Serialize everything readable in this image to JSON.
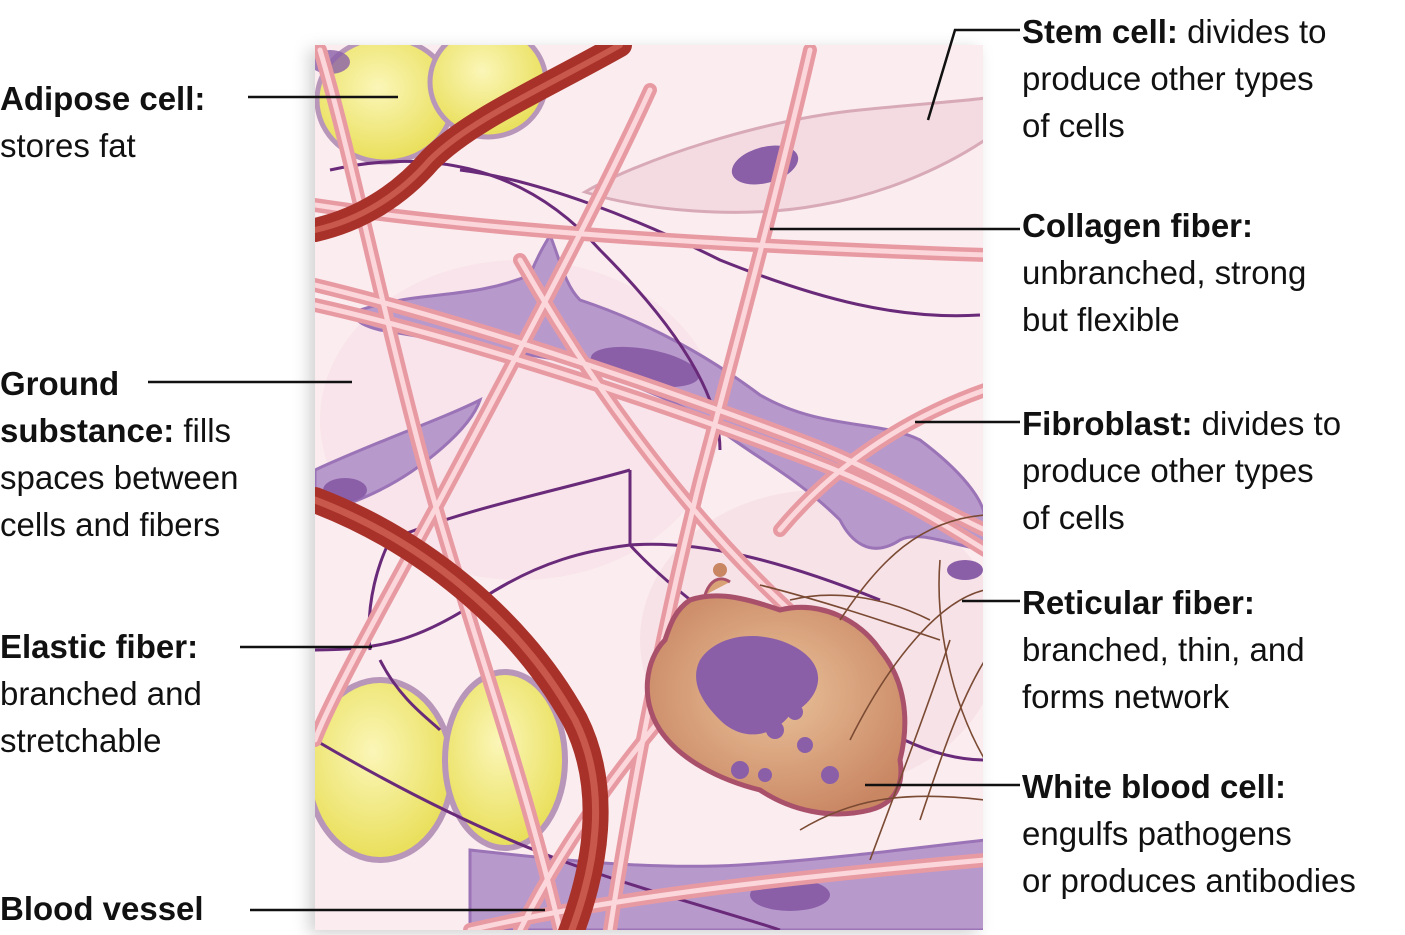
{
  "left_labels": [
    {
      "id": "adipose",
      "term": "Adipose cell:",
      "desc_lines": [
        "stores fat"
      ]
    },
    {
      "id": "ground",
      "term_lines": [
        "Ground",
        "substance:"
      ],
      "desc_inline": " fills",
      "desc_lines": [
        "spaces between",
        "cells and fibers"
      ]
    },
    {
      "id": "elastic",
      "term": "Elastic fiber:",
      "desc_lines": [
        "branched and",
        "stretchable"
      ]
    },
    {
      "id": "vessel",
      "term": "Blood vessel",
      "desc_lines": []
    }
  ],
  "right_labels": [
    {
      "id": "stem",
      "term": "Stem cell:",
      "desc_inline": " divides to",
      "desc_lines": [
        "produce other types",
        "of cells"
      ]
    },
    {
      "id": "collagen",
      "term": "Collagen fiber:",
      "desc_lines": [
        "unbranched, strong",
        "but flexible"
      ]
    },
    {
      "id": "fibroblast",
      "term": "Fibroblast:",
      "desc_inline": " divides to",
      "desc_lines": [
        "produce other types",
        "of cells"
      ]
    },
    {
      "id": "reticular",
      "term": "Reticular fiber:",
      "desc_lines": [
        "branched, thin, and",
        "forms network"
      ]
    },
    {
      "id": "wbc",
      "term": "White blood cell:",
      "desc_lines": [
        "engulfs pathogens",
        "or produces antibodies"
      ]
    }
  ],
  "colors": {
    "ground": "#fbecef",
    "collagen": "#e89aa2",
    "collagen_light": "#fbd6da",
    "elastic": "#6a2a7a",
    "vessel": "#a8322a",
    "vessel_light": "#d4685a",
    "adipose": "#f5ee8a",
    "adipose_rim": "#b896b9",
    "fibroblast": "#b899cc",
    "nucleus": "#8a5fa8",
    "wbc": "#d9a276",
    "wbc_rim": "#a9516b",
    "reticular": "#7a4a33",
    "leader": "#111111"
  }
}
